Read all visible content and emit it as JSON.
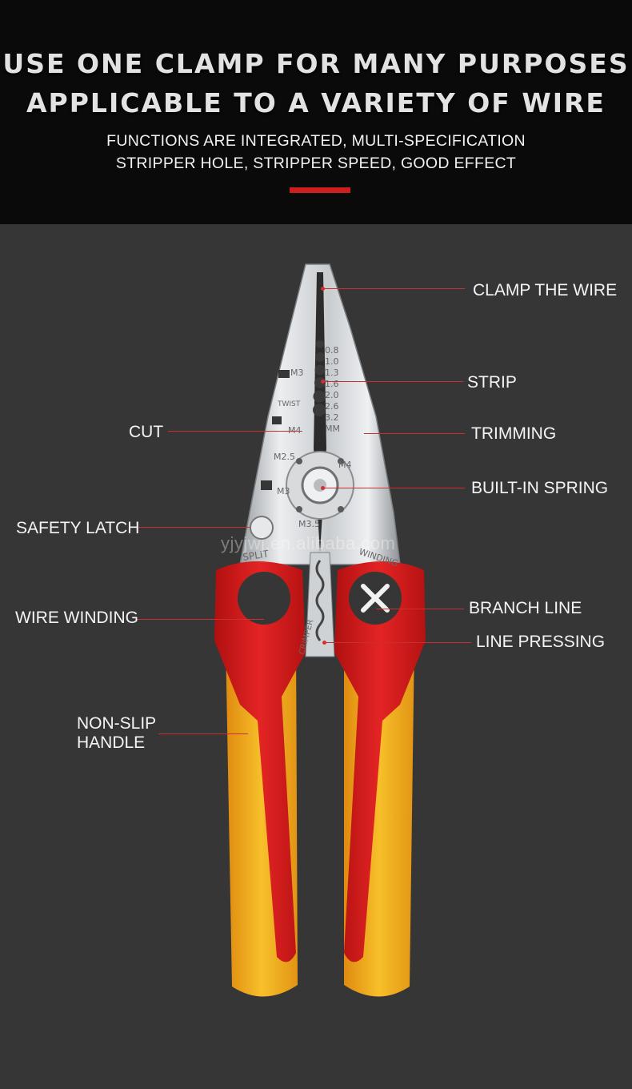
{
  "header": {
    "title_line1": "USE ONE CLAMP FOR MANY PURPOSES",
    "title_line2": "APPLICABLE TO A VARIETY OF WIRE",
    "subtitle_line1": "FUNCTIONS ARE INTEGRATED, MULTI-SPECIFICATION",
    "subtitle_line2": "STRIPPER HOLE, STRIPPER SPEED, GOOD EFFECT",
    "accent_color": "#cc1f1f"
  },
  "labels": {
    "clamp": "CLAMP THE WIRE",
    "strip": "STRIP",
    "cut": "CUT",
    "trimming": "TRIMMING",
    "spring": "BUILT-IN SPRING",
    "latch": "SAFETY LATCH",
    "winding": "WIRE WINDING",
    "branch": "BRANCH LINE",
    "pressing": "LINE PRESSING",
    "handle_line1": "NON-SLIP",
    "handle_line2": "HANDLE"
  },
  "tool_markings": {
    "gauges": [
      "0.8",
      "1.0",
      "1.3",
      "1.6",
      "2.0",
      "2.6",
      "3.2"
    ],
    "unit": "MM",
    "m3": "M3",
    "twist": "TWIST",
    "m4_left": "M4",
    "m2_5": "M2.5",
    "m4_right": "M4",
    "m3_bolt": "M3",
    "m3_5": "M3.5",
    "split": "SPLIT",
    "winding": "WINDING",
    "crimper": "CRIMPER"
  },
  "watermark": "yjyjwj.en.alibaba.com",
  "colors": {
    "handle_red": "#d91c1c",
    "handle_yellow": "#f0b020",
    "steel": "#d4d6d8"
  }
}
